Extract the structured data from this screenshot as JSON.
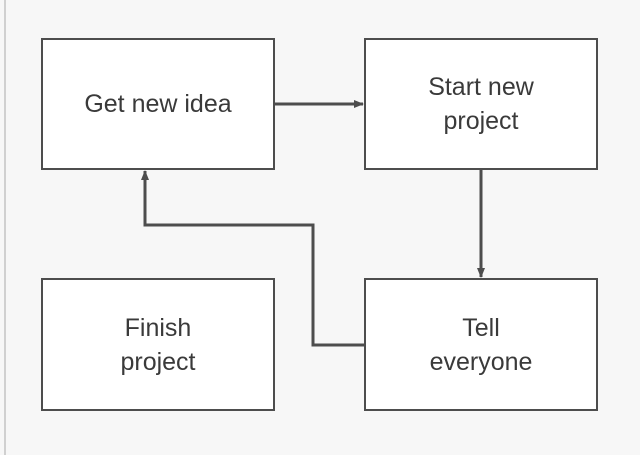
{
  "diagram": {
    "nodes": {
      "get_new_idea": "Get new idea",
      "start_new_project": "Start new\nproject",
      "finish_project": "Finish\nproject",
      "tell_everyone": "Tell\neveryone"
    },
    "edges": [
      {
        "from": "Get new idea",
        "to": "Start new project"
      },
      {
        "from": "Start new project",
        "to": "Tell everyone"
      },
      {
        "from": "Tell everyone",
        "to": "Get new idea"
      }
    ],
    "colors": {
      "background": "#f7f7f7",
      "box_fill": "#ffffff",
      "stroke": "#4d4d4d",
      "text": "#3a3a3a"
    }
  }
}
